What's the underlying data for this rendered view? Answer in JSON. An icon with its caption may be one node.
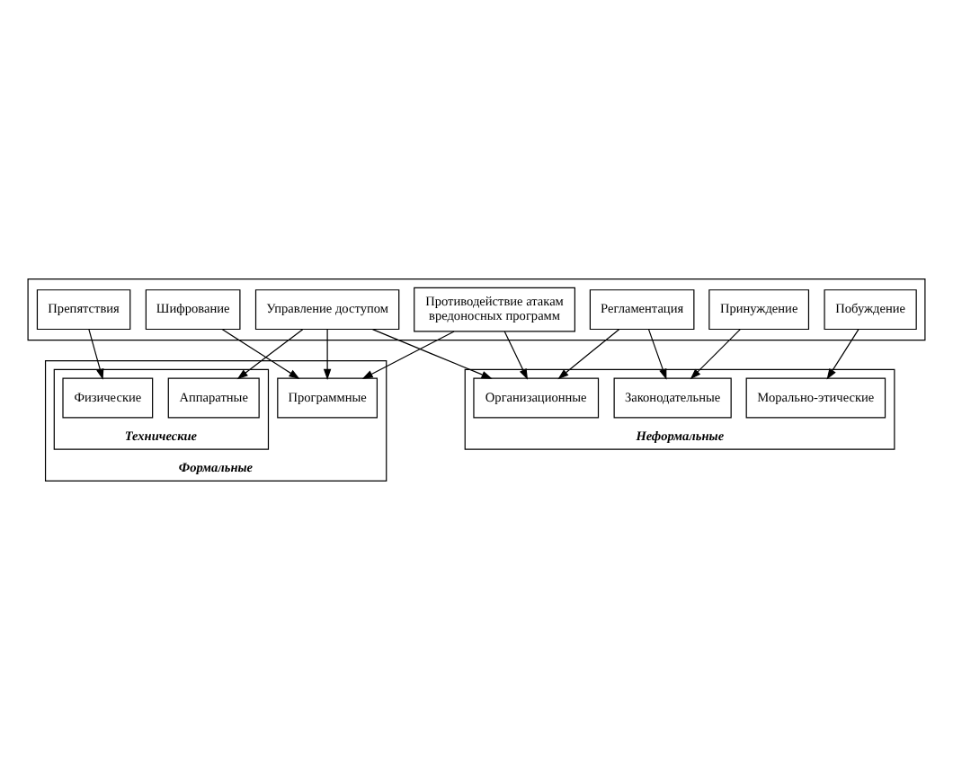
{
  "diagram": {
    "nodes": [
      {
        "text": [],
        "shape": "box"
      },
      {
        "text": [
          "Препятствия"
        ],
        "in": 0
      },
      {
        "text": [
          "Управление доступом"
        ],
        "in": 0
      },
      {
        "text": [
          "Шифрование"
        ],
        "in": 0
      },
      {
        "text": [
          "Противодействие атакам вредоносных программ"
        ],
        "in": 0
      },
      {
        "text": [
          "Регламентация"
        ],
        "in": 0
      },
      {
        "text": [
          "Принуждение"
        ],
        "in": 0
      },
      {
        "text": [
          "Побуждение"
        ],
        "in": 0
      },
      {
        "text": [
          "Формальные"
        ]
      },
      {
        "text": [
          "Технические"
        ],
        "in": 8
      },
      {
        "text": [
          "Физические"
        ],
        "in": 9
      },
      {
        "text": [
          "Аппаратные"
        ],
        "in": 9
      },
      {
        "text": [
          "Программные"
        ],
        "in": 8
      },
      {
        "text": [
          "Неформальные"
        ]
      },
      {
        "text": [
          "Организационные"
        ],
        "in": 13
      },
      {
        "text": [
          "Законодательные"
        ],
        "in": 13
      },
      {
        "text": [
          "Морально-этические"
        ],
        "in": 13
      }
    ],
    "edges": [
      {
        "from": 1,
        "to": 10,
        "arrow": "to"
      },
      {
        "from": 2,
        "to": 11,
        "arrow": "to"
      },
      {
        "from": 2,
        "to": 12,
        "arrow": "to"
      },
      {
        "from": 2,
        "to": 14,
        "arrow": "to"
      },
      {
        "from": 3,
        "to": 12,
        "arrow": "to"
      },
      {
        "from": 4,
        "to": 14,
        "arrow": "to"
      },
      {
        "from": 4,
        "to": 12,
        "arrow": "to"
      },
      {
        "from": 5,
        "to": 14,
        "arrow": "to"
      },
      {
        "from": 5,
        "to": 15,
        "arrow": "to"
      },
      {
        "from": 6,
        "to": 15,
        "arrow": "to"
      },
      {
        "from": 7,
        "to": 16,
        "arrow": "to"
      }
    ]
  }
}
